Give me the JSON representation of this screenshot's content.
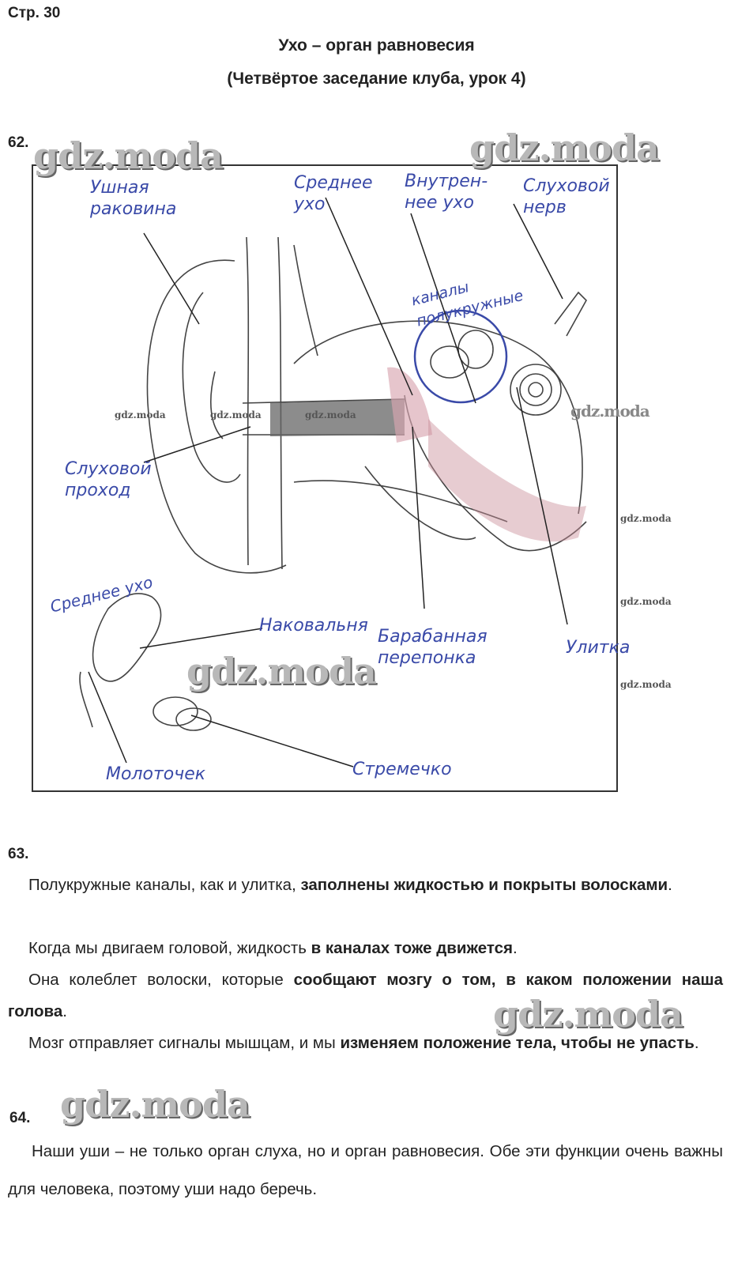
{
  "page_label": "Стр. 30",
  "title": "Ухо – орган равновесия",
  "subtitle": "(Четвёртое заседание клуба, урок 4)",
  "watermark": "gdz.moda",
  "task62": {
    "number": "62.",
    "labels": {
      "ear_shell": "Ушная раковина",
      "middle_ear": "Среднее ухо",
      "inner_ear": "Внутрен-нее ухо",
      "auditory_nerve": "Слуховой нерв",
      "semicircular": "каналы полукружные",
      "ear_canal": "Слуховой проход",
      "middle_ear_small": "Среднее ухо",
      "incus": "Наковальня",
      "eardrum": "Барабанная перепонка",
      "cochlea": "Улитка",
      "malleus": "Молоточек",
      "stapes": "Стремечко"
    }
  },
  "task63": {
    "number": "63.",
    "p1": {
      "a": "Полукружные каналы, как и улитка, ",
      "b": "заполнены жидкостью и покрыты волосками",
      "c": "."
    },
    "p2": {
      "a": "Когда мы двигаем головой, жидкость ",
      "b": "в каналах тоже движется",
      "c": "."
    },
    "p3": {
      "a": "Она колеблет волоски, которые ",
      "b": "сообщают мозгу о том, в каком положении наша голова",
      "c": "."
    },
    "p4": {
      "a": "Мозг отправляет сигналы мышцам, и мы ",
      "b": "изменяем положение тела, чтобы не упасть",
      "c": "."
    }
  },
  "task64": {
    "number": "64.",
    "text": "Наши уши – не только орган слуха, но и орган равновесия. Обе эти функции очень важны для человека, поэтому уши надо беречь."
  }
}
